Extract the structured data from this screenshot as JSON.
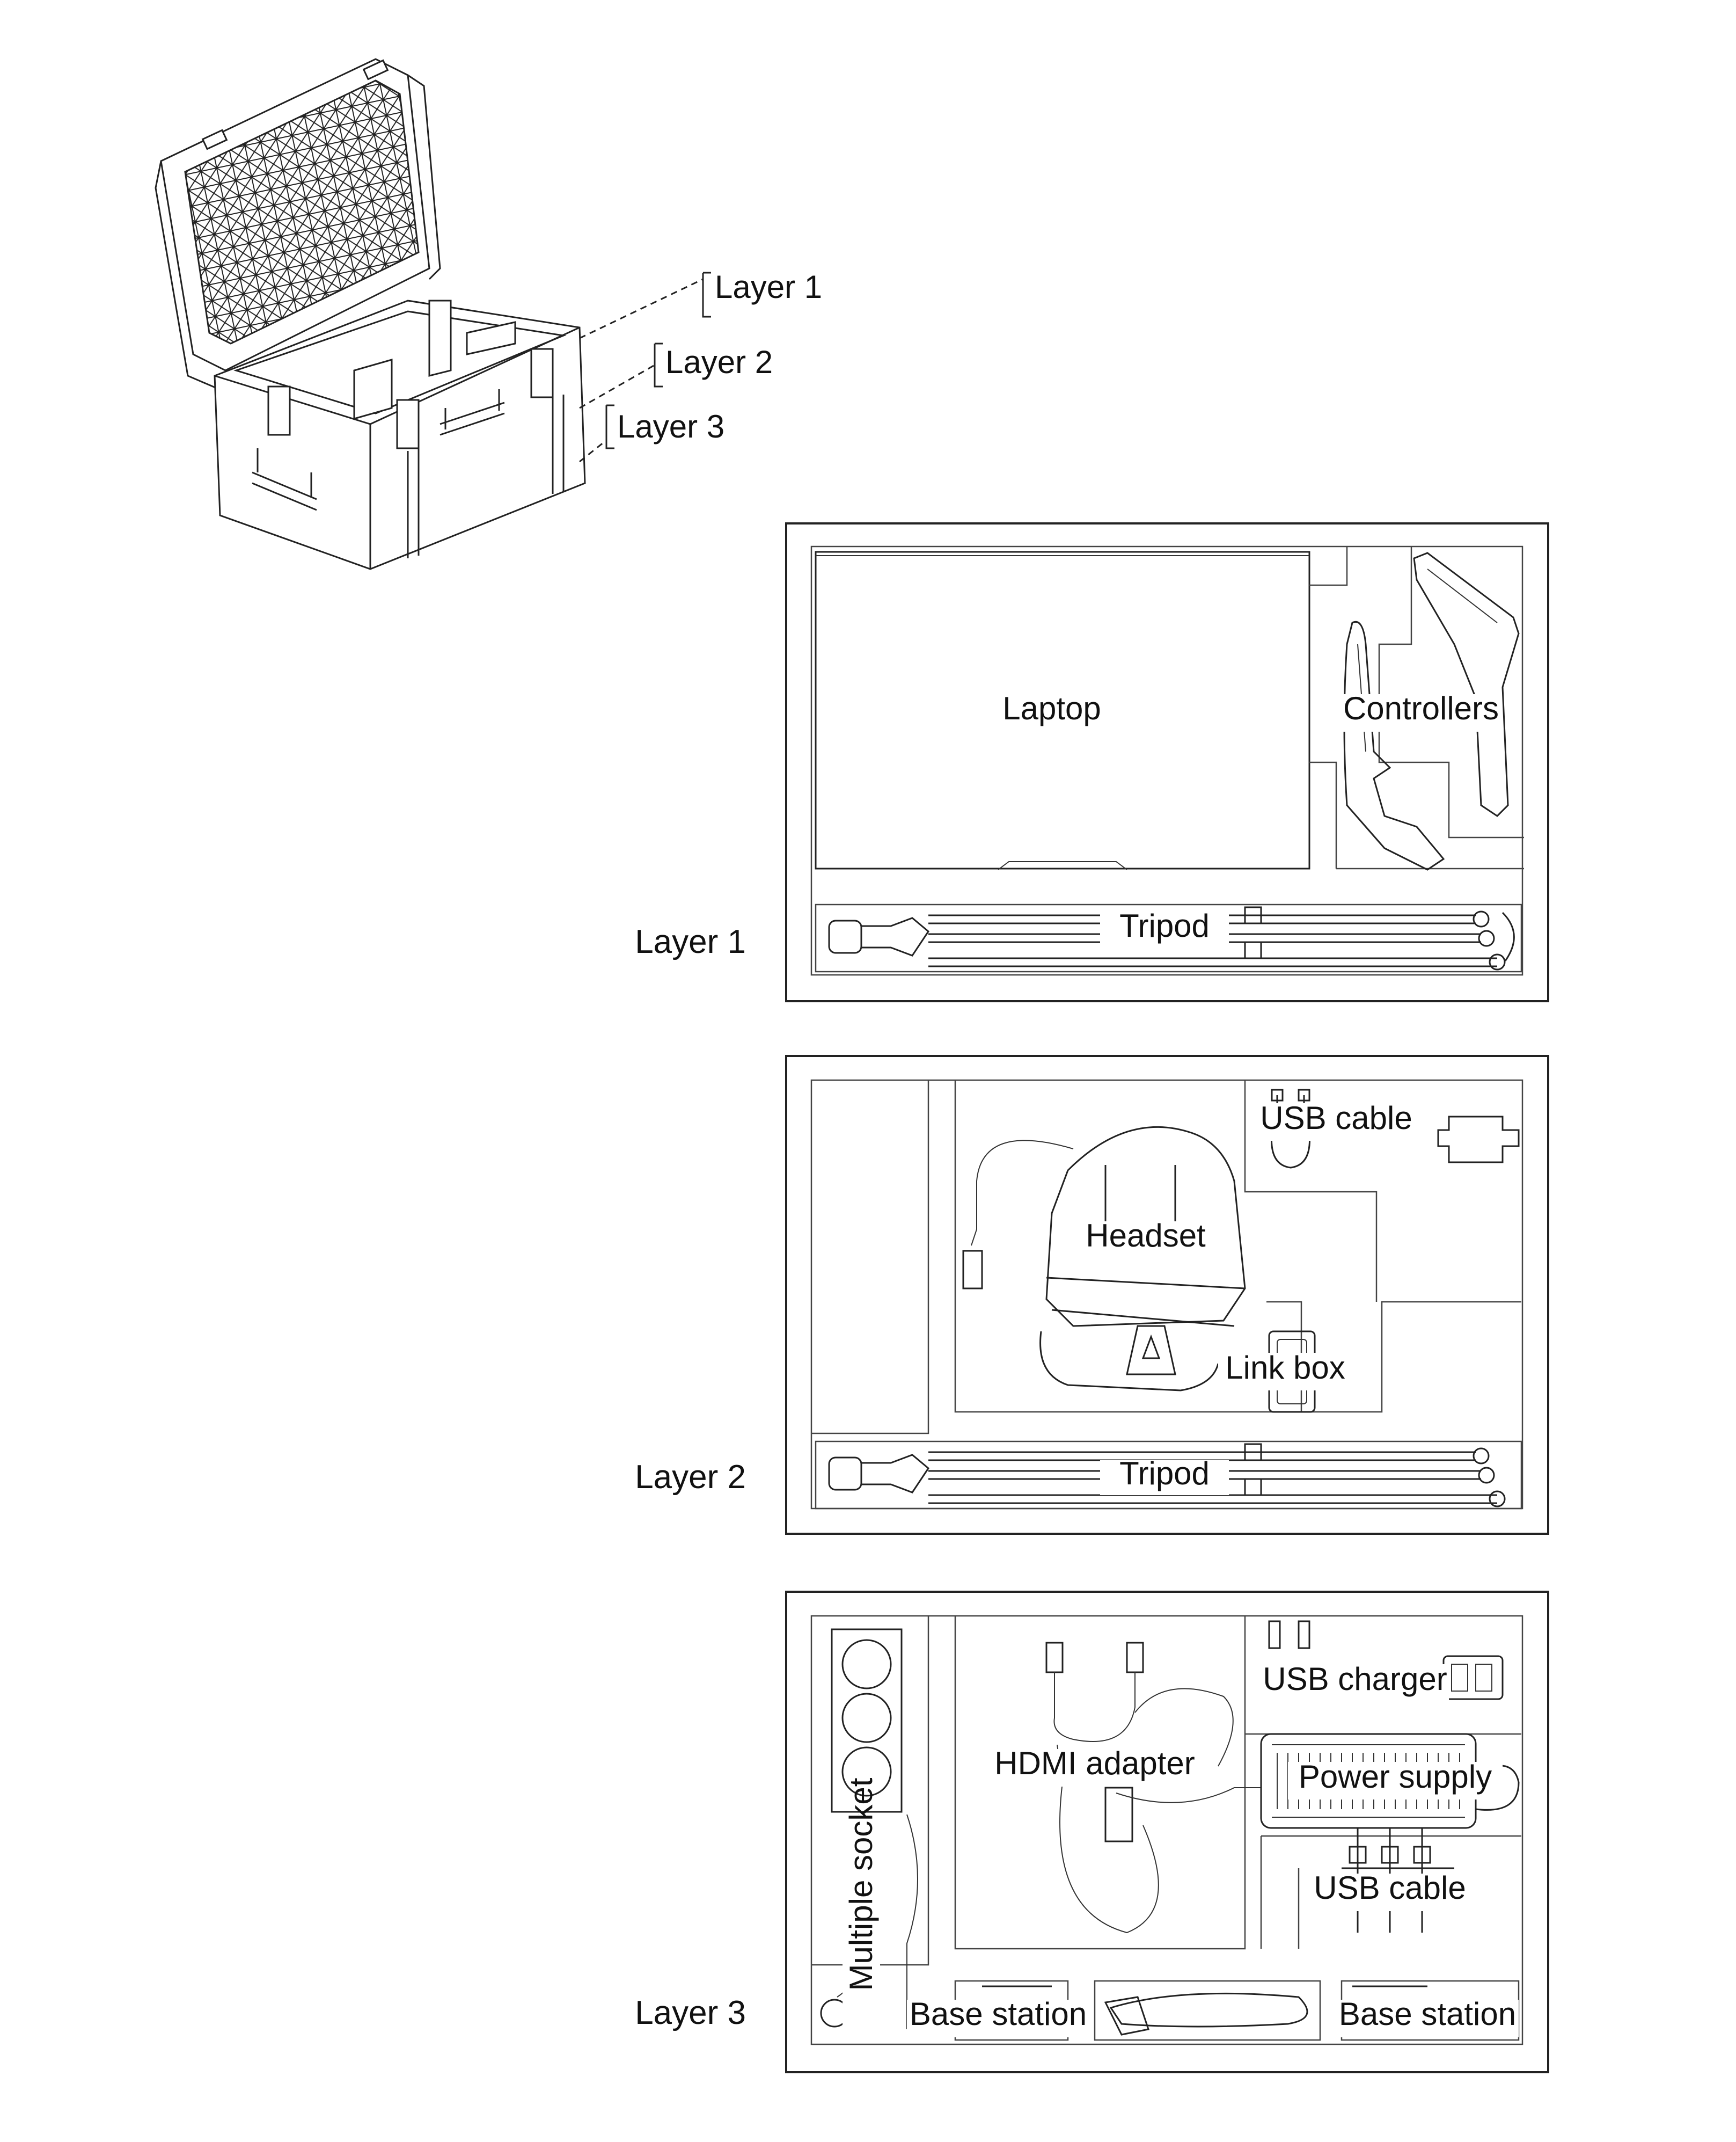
{
  "case": {
    "layer_callouts": [
      "Layer 1",
      "Layer 2",
      "Layer 3"
    ]
  },
  "panels": [
    {
      "side_label": "Layer 1",
      "items": [
        "Laptop",
        "Controllers",
        "Tripod"
      ]
    },
    {
      "side_label": "Layer 2",
      "items": [
        "USB cable",
        "Headset",
        "Link box",
        "Tripod"
      ]
    },
    {
      "side_label": "Layer 3",
      "items": [
        "USB charger",
        "HDMI adapter",
        "Power supply",
        "USB cable",
        "Multiple socket",
        "Base station",
        "Base station"
      ]
    }
  ],
  "icons": [
    "case-icon",
    "laptop-icon",
    "controller-icon",
    "tripod-icon",
    "headset-icon",
    "usb-cable-icon",
    "link-box-icon",
    "usb-charger-icon",
    "hdmi-adapter-icon",
    "power-supply-icon",
    "multiple-socket-icon",
    "base-station-icon"
  ]
}
